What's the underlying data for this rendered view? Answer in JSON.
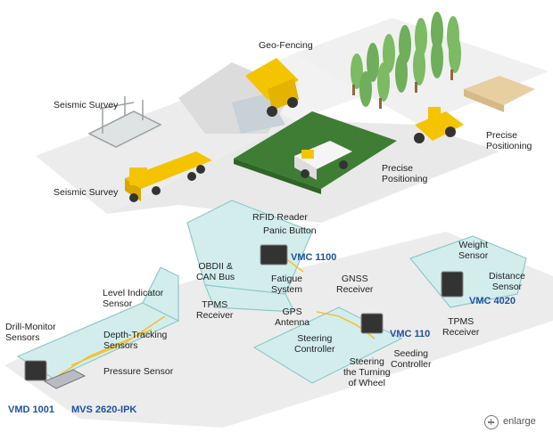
{
  "labels": {
    "geo_fencing": "Geo-Fencing",
    "seismic_survey_top": "Seismic Survey",
    "seismic_survey_bottom": "Seismic Survey",
    "precise_positioning_right": "Precise\nPositioning",
    "precise_positioning_center": "Precise\nPositioning",
    "rfid_reader": "RFID Reader",
    "panic_button": "Panic Button",
    "obdii_can": "OBDII &\nCAN Bus",
    "fatigue_system": "Fatigue\nSystem",
    "tpms_receiver_left": "TPMS\nReceiver",
    "level_indicator": "Level Indicator\nSensor",
    "drill_monitor": "Drill-Monitor\nSensors",
    "depth_tracking": "Depth-Tracking\nSensors",
    "pressure_sensor": "Pressure Sensor",
    "gnss_receiver": "GNSS\nReceiver",
    "gps_antenna": "GPS\nAntenna",
    "steering_controller": "Steering\nController",
    "steering_turning": "Steering\nthe Turning\nof Wheel",
    "seeding_controller": "Seeding\nController",
    "weight_sensor": "Weight\nSensor",
    "distance_sensor": "Distance\nSensor",
    "tpms_receiver_right": "TPMS\nReceiver"
  },
  "products": {
    "vmc1100": "VMC 1100",
    "vmc110": "VMC 110",
    "vmc4020": "VMC 4020",
    "vmd1001": "VMD 1001",
    "mvs2620": "MVS 2620-IPK"
  },
  "enlarge_label": "enlarge",
  "colors": {
    "platform": "#e6e6e6",
    "wire_vehicle": "#bfe3e3",
    "wire_stroke": "#8ec9c9",
    "vehicle_yellow": "#f5c400",
    "field_green": "#3f7d35",
    "tree_green": "#6fae5a",
    "product_blue": "#1f4fa0",
    "cable_yellow": "#f2c230"
  }
}
